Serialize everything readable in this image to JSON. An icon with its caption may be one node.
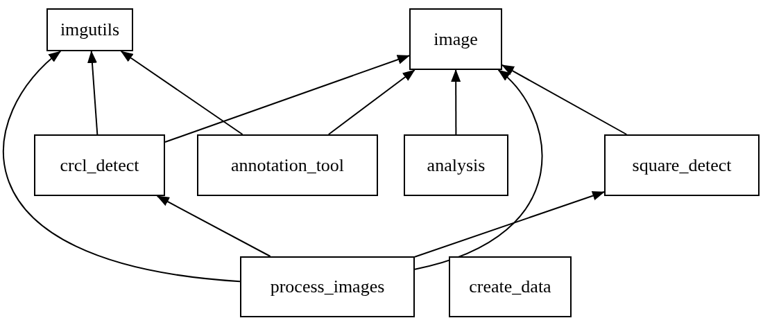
{
  "diagram": {
    "nodes": [
      {
        "text": [
          "imgutils"
        ]
      },
      {
        "text": [
          "image"
        ]
      },
      {
        "text": [
          "crcl_detect"
        ]
      },
      {
        "text": [
          "annotation_tool"
        ]
      },
      {
        "text": [
          "analysis"
        ]
      },
      {
        "text": [
          "square_detect"
        ]
      },
      {
        "text": [
          "process_images"
        ]
      },
      {
        "text": [
          "create_data"
        ]
      }
    ],
    "edges": [
      {
        "from": 2,
        "to": 0,
        "arrow": "to"
      },
      {
        "from": 3,
        "to": 0,
        "arrow": "to"
      },
      {
        "from": 2,
        "to": 1,
        "arrow": "to"
      },
      {
        "from": 3,
        "to": 1,
        "arrow": "to"
      },
      {
        "from": 4,
        "to": 1,
        "arrow": "to"
      },
      {
        "from": 5,
        "to": 1,
        "arrow": "to"
      },
      {
        "from": 6,
        "to": 2,
        "arrow": "to"
      },
      {
        "from": 6,
        "to": 5,
        "arrow": "to"
      },
      {
        "from": 6,
        "to": 0,
        "arrow": "to"
      },
      {
        "from": 6,
        "to": 1,
        "arrow": "to"
      }
    ]
  }
}
